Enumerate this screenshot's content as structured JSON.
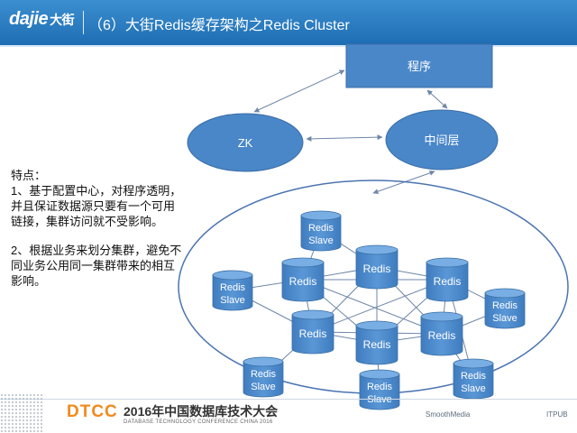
{
  "header": {
    "logo": "dajie",
    "logo_cn": "大街",
    "title": "（6）大街Redis缓存架构之Redis Cluster"
  },
  "notes": {
    "heading": "特点：",
    "point1": "1、基于配置中心，对程序透明，并且保证数据源只要有一个可用链接，集群访问就不受影响。",
    "point2": "2、根据业务来划分集群，避免不同业务公用同一集群带来的相互影响。"
  },
  "diagram": {
    "program_label": "程序",
    "zk_label": "ZK",
    "middle_label": "中间层",
    "redis_label": "Redis",
    "slave_line1": "Redis",
    "slave_line2": "Slave",
    "colors": {
      "fill": "#4a87c9",
      "stroke": "#3a6ea5",
      "cluster_border": "#4a74b0",
      "arrow": "#6f87a8"
    }
  },
  "footer": {
    "brand": "DTCC",
    "conference_title": "2016年中国数据库技术大会",
    "conference_subtitle": "DATABASE TECHNOLOGY CONFERENCE CHINA 2016",
    "sponsors": [
      "SmoothMedia",
      "ITPUB"
    ]
  }
}
